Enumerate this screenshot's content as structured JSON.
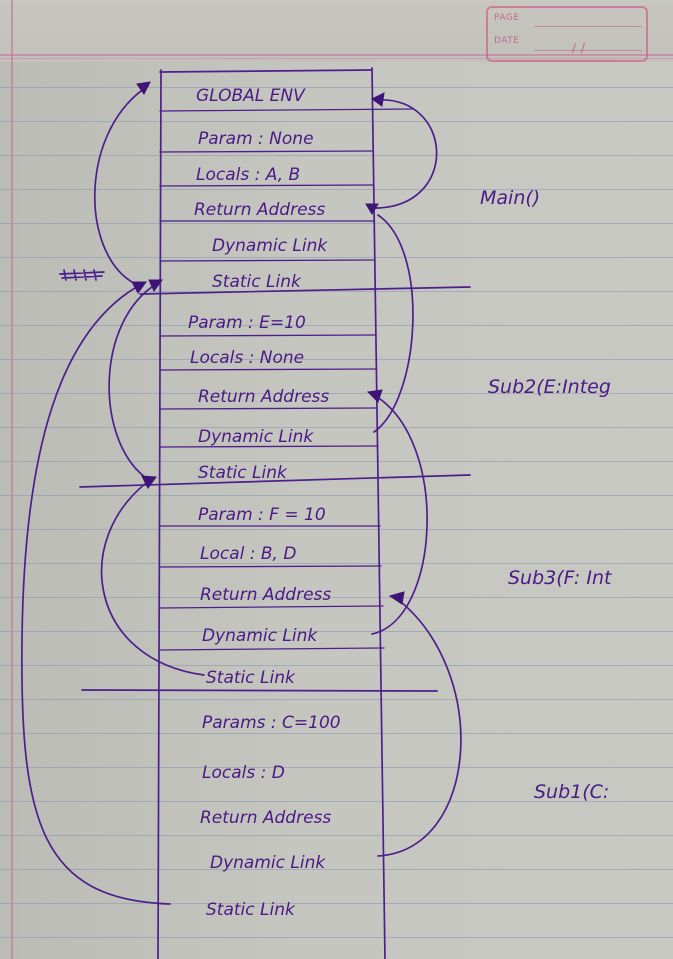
{
  "notebook": {
    "page_label": "PAGE",
    "date_label": "DATE",
    "date_value": "/ /"
  },
  "frames": [
    {
      "rows": [
        "GLOBAL ENV",
        "Param : None",
        "Locals : A, B",
        "Return Address",
        "Dynamic Link",
        "Static Link"
      ],
      "function": "Main()"
    },
    {
      "rows": [
        "Param : E=10",
        "Locals : None",
        "Return Address",
        "Dynamic Link",
        "Static Link"
      ],
      "function": "Sub2(E:Integ"
    },
    {
      "rows": [
        "Param : F = 10",
        "Local : B, D",
        "Return Address",
        "Dynamic Link",
        "Static Link"
      ],
      "function": "Sub3(F: Int"
    },
    {
      "rows": [
        "Params : C=100",
        "Locals : D",
        "Return Address",
        "Dynamic Link",
        "Static Link"
      ],
      "function": "Sub1(C:"
    }
  ],
  "colors": {
    "ink": "#4c1f8c",
    "paper": "#c6c6c0",
    "rule": "#788caa",
    "margin": "#c86e96"
  }
}
